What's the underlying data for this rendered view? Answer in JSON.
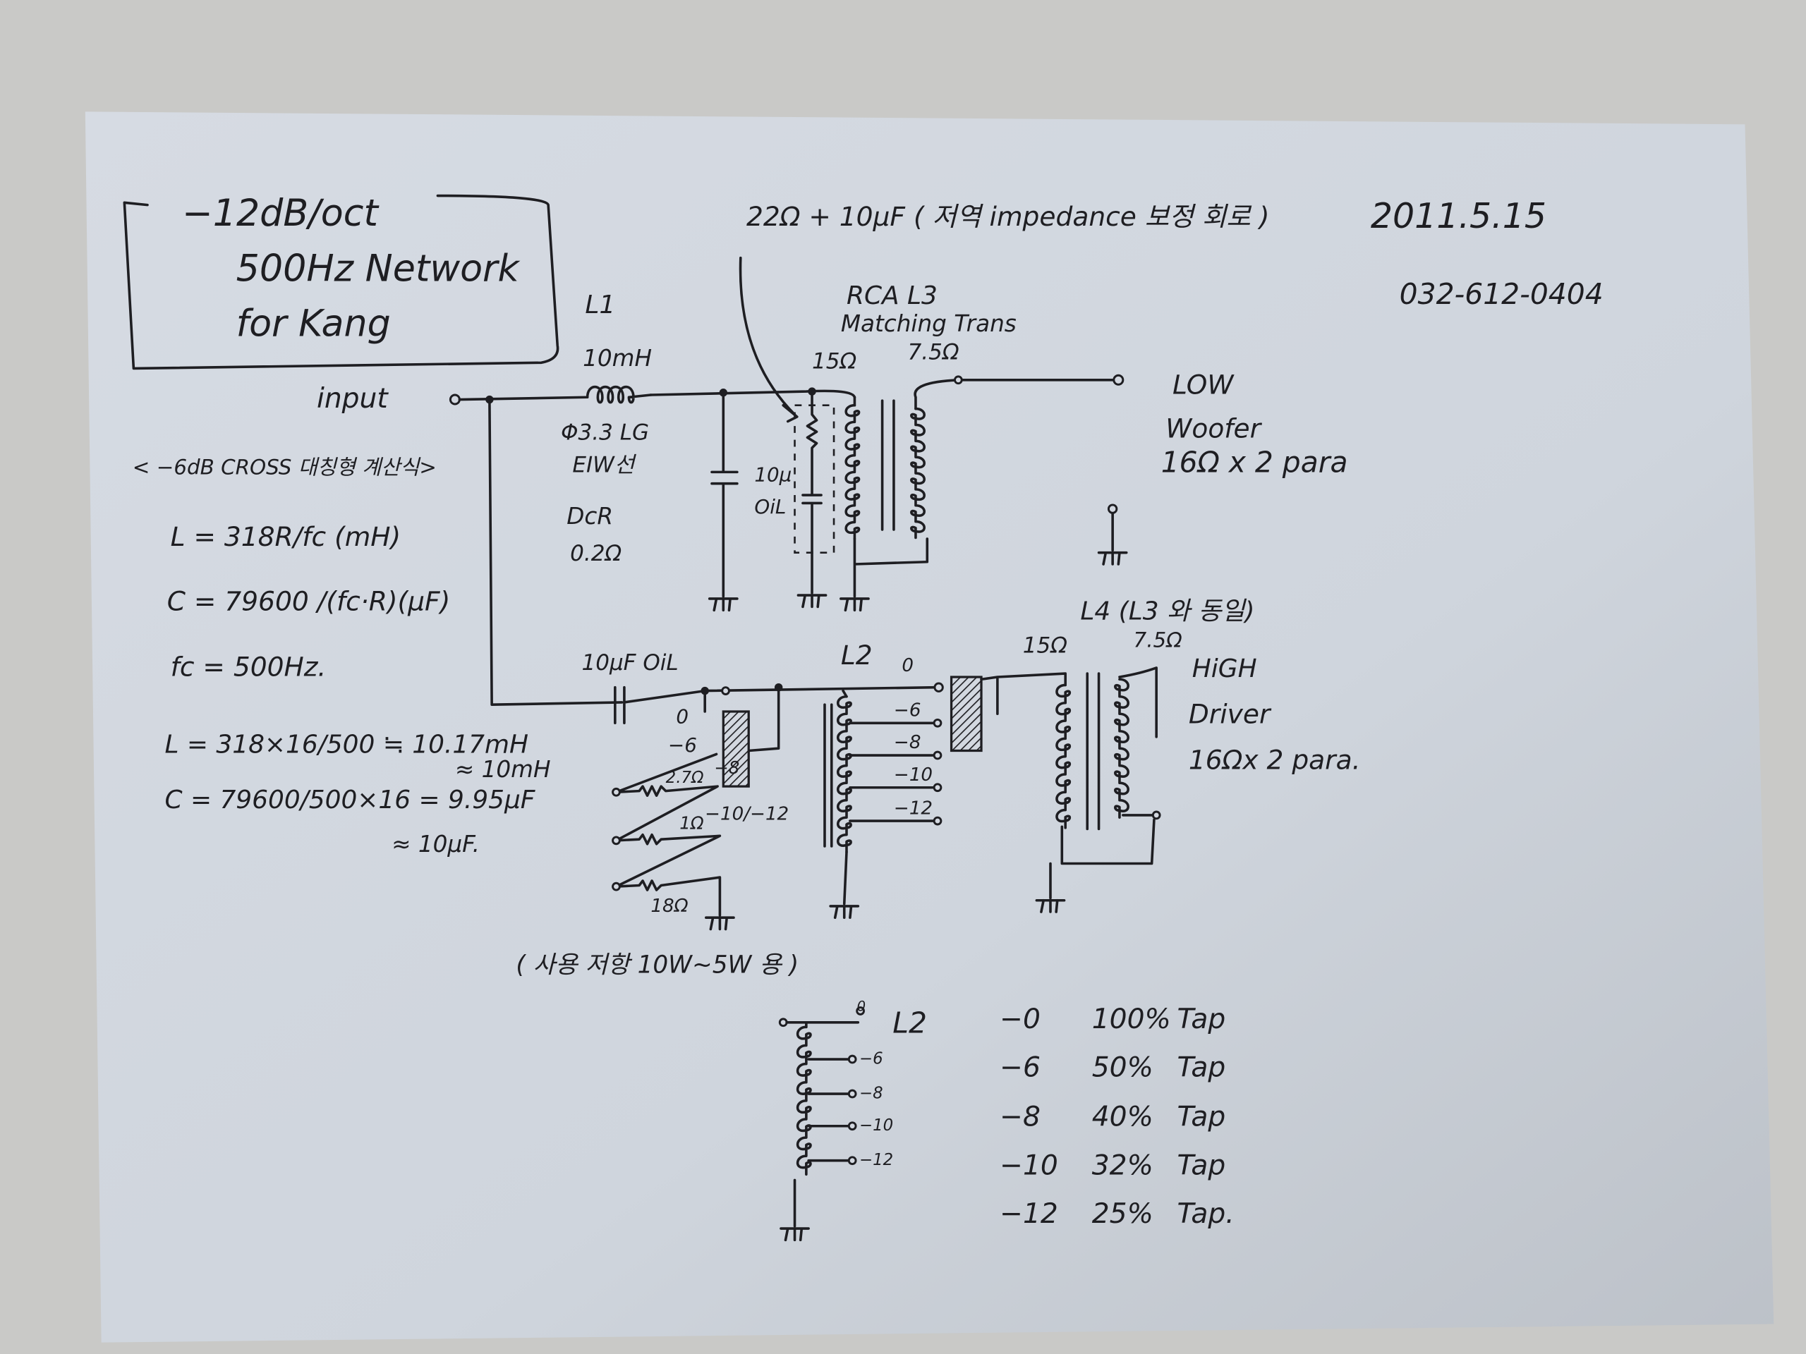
{
  "title_box": {
    "line1": "−12dB/oct",
    "line2": "500Hz  Network",
    "line3": "for  Kang"
  },
  "note_top": "22Ω + 10μF ( 저역 impedance 보정 회로 )",
  "date": "2011.5.15",
  "phone": "032-612-0404",
  "l1": {
    "name": "L1",
    "value": "10mH",
    "wire": "Φ3.3 LG",
    "wire2": "EIW선",
    "dcr_label": "DcR",
    "dcr": "0.2Ω"
  },
  "input_label": "input",
  "l3": {
    "line1": "RCA  L3",
    "line2": "Matching  Trans",
    "tap_primary": "15Ω",
    "tap_secondary": "7.5Ω"
  },
  "cap_shunt": {
    "value": "10μ",
    "type": "OiL"
  },
  "low": {
    "line1": "LOW",
    "line2": "Woofer",
    "line3": "16Ω x 2  para"
  },
  "cross_title": "< −6dB CROSS 대칭형 계산식>",
  "formulas": {
    "l": "L = 318R/fc  (mH)",
    "c": "C = 79600 /(fc·R)(μF)",
    "fc": "fc = 500Hz.",
    "l_calc": "L = 318×16/500 ≒ 10.17mH",
    "l_approx": "≈ 10mH",
    "c_calc": "C = 79600/500×16 = 9.95μF",
    "c_approx": "≈ 10μF."
  },
  "cap_series": "10μF OiL",
  "l2": {
    "name": "L2",
    "top": "0",
    "taps": [
      "−6",
      "−8",
      "−10",
      "−12"
    ]
  },
  "switch": {
    "t0": "0",
    "t6": "−6",
    "r1": "2.7Ω",
    "t8": "−8",
    "r2": "1Ω",
    "t10": "−10/−12",
    "r3": "18Ω"
  },
  "l4": {
    "title": "L4 (L3 와 동일)",
    "tap_primary": "15Ω",
    "tap_secondary": "7.5Ω"
  },
  "high": {
    "line1": "HiGH",
    "line2": "Driver",
    "line3": "16Ωx 2  para."
  },
  "resistor_note": "( 사용 저항 10W~5W 용 )",
  "l2_detail": {
    "name": "L2",
    "top": "0",
    "taps": [
      "−6",
      "−8",
      "−10",
      "−12"
    ]
  },
  "tap_table": [
    {
      "db": "−0",
      "pct": "100%",
      "label": "Tap"
    },
    {
      "db": "−6",
      "pct": "50%",
      "label": "Tap"
    },
    {
      "db": "−8",
      "pct": "40%",
      "label": "Tap"
    },
    {
      "db": "−10",
      "pct": "32%",
      "label": "Tap"
    },
    {
      "db": "−12",
      "pct": "25%",
      "label": "Tap."
    }
  ]
}
